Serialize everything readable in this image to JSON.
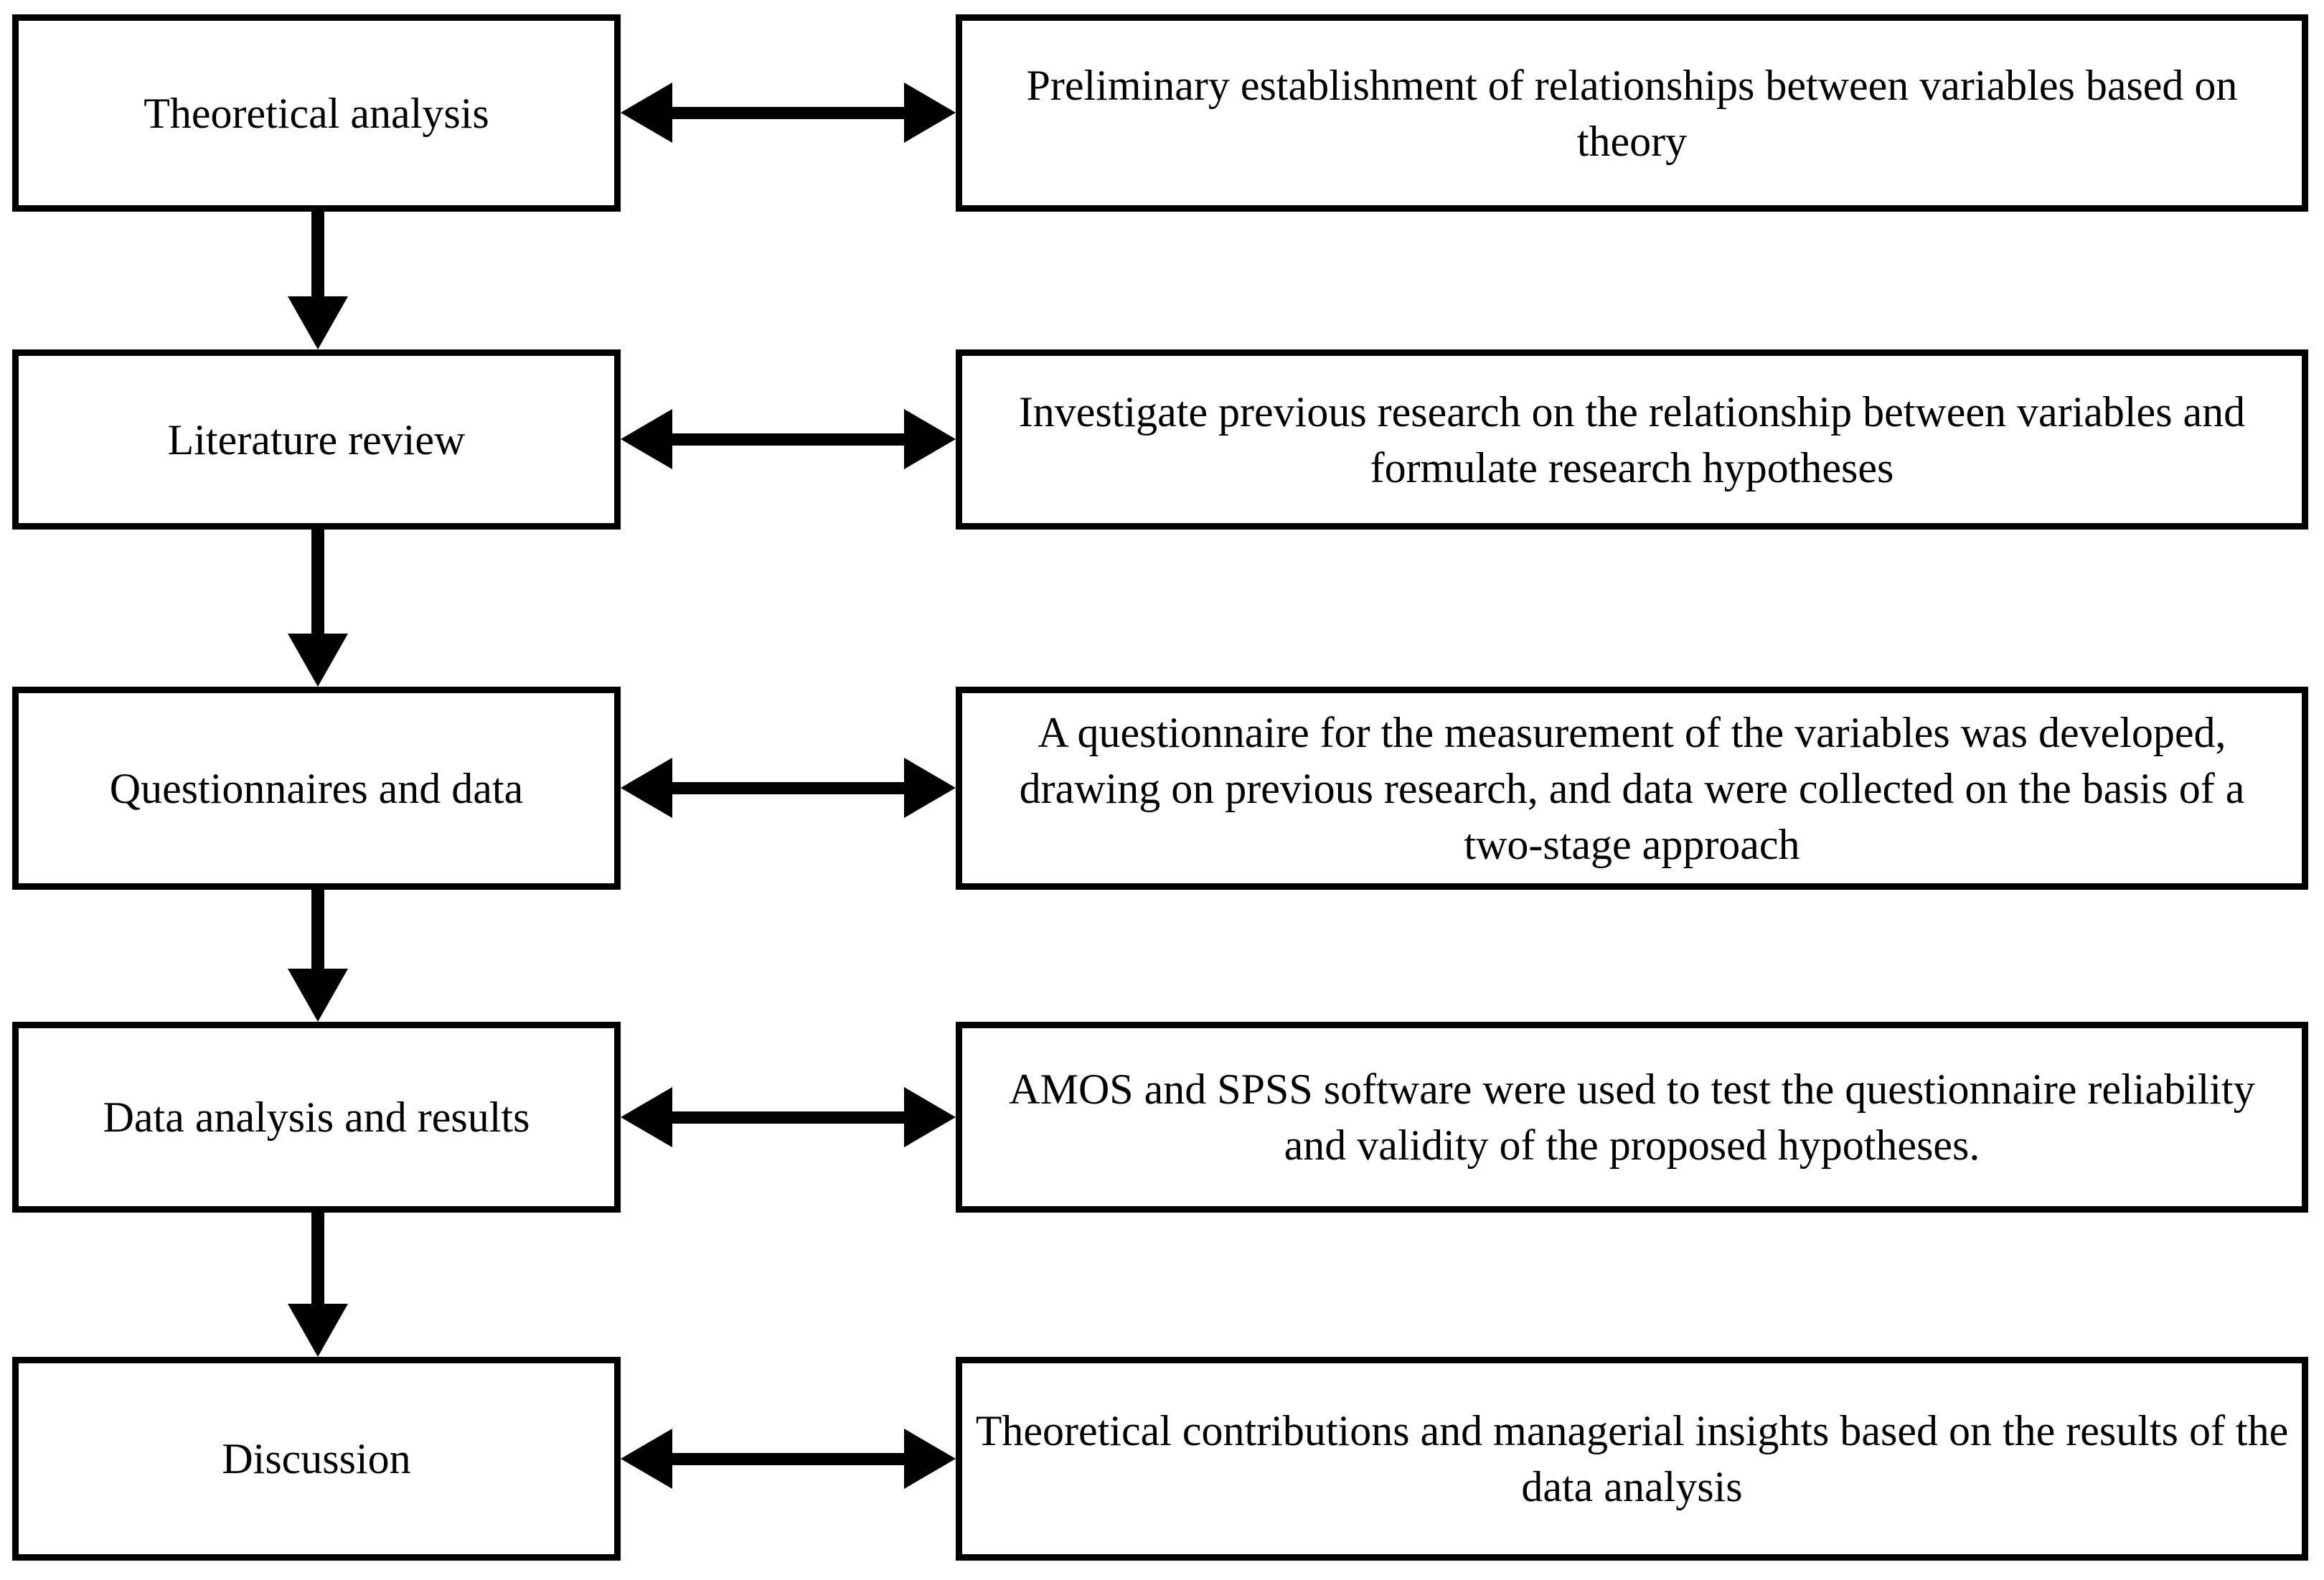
{
  "diagram": {
    "type": "flowchart",
    "title": "Research process flowchart",
    "orientation": "vertical-sequence-with-lateral-annotations",
    "colors": {
      "stroke": "#000000",
      "fill": "#ffffff",
      "text": "#000000"
    },
    "rows": [
      {
        "stage": "Theoretical analysis",
        "detail": "Preliminary establishment of relationships between variables based on theory"
      },
      {
        "stage": "Literature review",
        "detail": "Investigate previous research on the relationship between variables and formulate research hypotheses"
      },
      {
        "stage": "Questionnaires and data",
        "detail": "A questionnaire for the measurement of the variables was developed, drawing on previous research, and data were collected on the basis of a two-stage approach"
      },
      {
        "stage": "Data analysis and results",
        "detail": "AMOS and SPSS software were used to test the questionnaire reliability and validity of the proposed hypotheses."
      },
      {
        "stage": "Discussion",
        "detail": "Theoretical contributions and managerial insights based on the results of the data analysis"
      }
    ],
    "connectors": {
      "vertical": [
        {
          "from": "Theoretical analysis",
          "to": "Literature review",
          "style": "single-headed-down-arrow"
        },
        {
          "from": "Literature review",
          "to": "Questionnaires and data",
          "style": "single-headed-down-arrow"
        },
        {
          "from": "Questionnaires and data",
          "to": "Data analysis and results",
          "style": "single-headed-down-arrow"
        },
        {
          "from": "Data analysis and results",
          "to": "Discussion",
          "style": "single-headed-down-arrow"
        }
      ],
      "horizontal": [
        {
          "row": 1,
          "style": "double-headed-arrow"
        },
        {
          "row": 2,
          "style": "double-headed-arrow"
        },
        {
          "row": 3,
          "style": "double-headed-arrow"
        },
        {
          "row": 4,
          "style": "double-headed-arrow"
        },
        {
          "row": 5,
          "style": "double-headed-arrow"
        }
      ]
    }
  }
}
